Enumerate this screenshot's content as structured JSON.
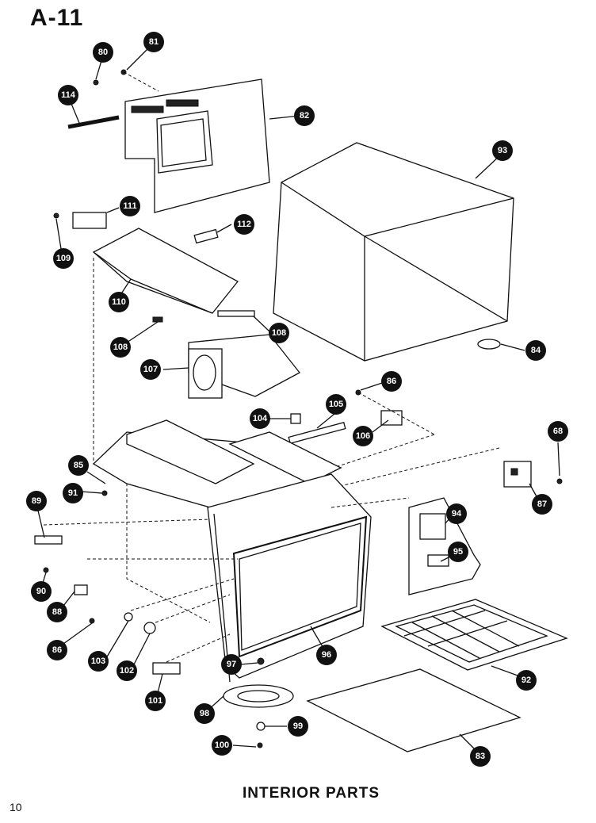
{
  "page": {
    "title": "A-11",
    "caption": "INTERIOR PARTS",
    "page_number": "10"
  },
  "callouts": [
    {
      "id": "80",
      "label": "80"
    },
    {
      "id": "81",
      "label": "81"
    },
    {
      "id": "114",
      "label": "114"
    },
    {
      "id": "82",
      "label": "82"
    },
    {
      "id": "93",
      "label": "93"
    },
    {
      "id": "111",
      "label": "111"
    },
    {
      "id": "109",
      "label": "109"
    },
    {
      "id": "112",
      "label": "112"
    },
    {
      "id": "110",
      "label": "110"
    },
    {
      "id": "108",
      "label": "108"
    },
    {
      "id": "108b",
      "label": "108"
    },
    {
      "id": "107",
      "label": "107"
    },
    {
      "id": "84",
      "label": "84"
    },
    {
      "id": "86",
      "label": "86"
    },
    {
      "id": "104",
      "label": "104"
    },
    {
      "id": "105",
      "label": "105"
    },
    {
      "id": "106",
      "label": "106"
    },
    {
      "id": "68",
      "label": "68"
    },
    {
      "id": "85",
      "label": "85"
    },
    {
      "id": "91",
      "label": "91"
    },
    {
      "id": "87",
      "label": "87"
    },
    {
      "id": "89",
      "label": "89"
    },
    {
      "id": "94",
      "label": "94"
    },
    {
      "id": "95",
      "label": "95"
    },
    {
      "id": "90",
      "label": "90"
    },
    {
      "id": "88",
      "label": "88"
    },
    {
      "id": "86b",
      "label": "86"
    },
    {
      "id": "103",
      "label": "103"
    },
    {
      "id": "102",
      "label": "102"
    },
    {
      "id": "97",
      "label": "97"
    },
    {
      "id": "96",
      "label": "96"
    },
    {
      "id": "92",
      "label": "92"
    },
    {
      "id": "101",
      "label": "101"
    },
    {
      "id": "98",
      "label": "98"
    },
    {
      "id": "99",
      "label": "99"
    },
    {
      "id": "100",
      "label": "100"
    },
    {
      "id": "83",
      "label": "83"
    }
  ]
}
